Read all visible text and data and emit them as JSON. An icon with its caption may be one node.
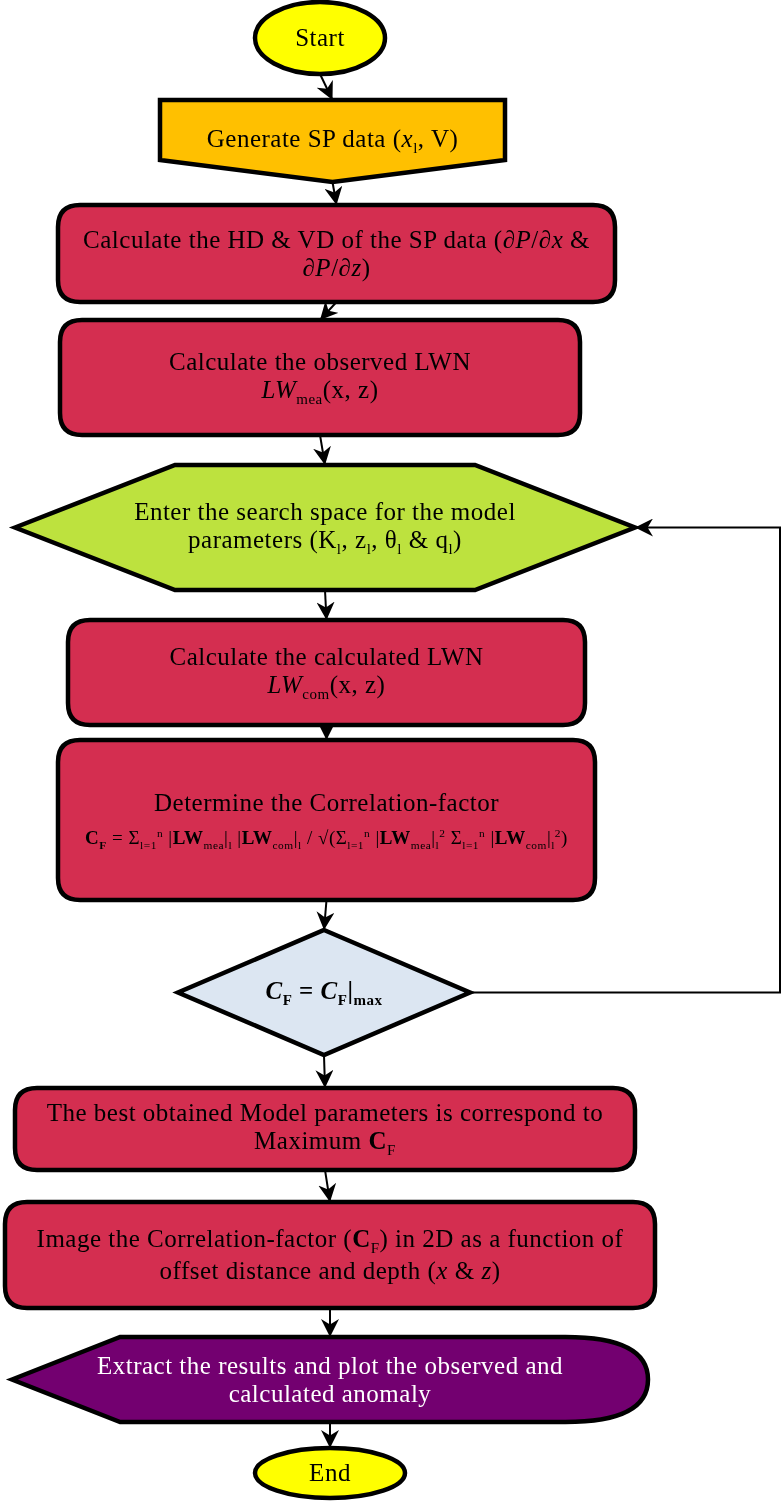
{
  "diagram": {
    "nodes": [
      {
        "text": [
          "Start"
        ]
      },
      {
        "text": [
          "Generate SP data (*x*$_{l}$, V)"
        ]
      },
      {
        "text": [
          "Calculate the HD & VD of the SP data (∂*P*/∂*x* & ∂*P*/∂*z*)"
        ]
      },
      {
        "text": [
          "Calculate the observed LWN *LW*$_{mea}$(x, z)"
        ]
      },
      {
        "text": [
          "Enter the search space for the model parameters (K$_{l}$, z$_{l}$, θ$_{l}$ & q$_{l}$)"
        ]
      },
      {
        "text": [
          "Calculate the calculated LWN *LW*$_{com}$(x, z)"
        ]
      },
      {
        "text": [
          "Determine the Correlation-factor",
          "**C$_{F}$** = Σ$_{l=1}$$^{n}$ |**LW**$_{mea}$|$_{l}$ |**LW**$_{com}$|$_{l}$ / √(Σ$_{l=1}$$^{n}$ |**LW**$_{mea}$|$_{l}$$^{2}$ Σ$_{l=1}$$^{n}$ |**LW**$_{com}$|$_{l}$$^{2}$)"
        ]
      },
      {
        "text": [
          "*C*$_{F}$ = *C*$_{F}$|$_{max}$"
        ]
      },
      {
        "text": [
          "The best obtained Model parameters is correspond to Maximum **C**$_{F}$"
        ]
      },
      {
        "text": [
          "Image the Correlation-factor (**C**$_{F}$) in 2D as a function of offset distance and depth (*x* & *z*)"
        ]
      },
      {
        "text": [
          "Extract the results and plot the observed and calculated anomaly"
        ]
      },
      {
        "text": [
          "End"
        ]
      }
    ],
    "edges": [
      {
        "from": 0,
        "to": 1,
        "arrow": "to"
      },
      {
        "from": 1,
        "to": 2,
        "arrow": "to"
      },
      {
        "from": 2,
        "to": 3,
        "arrow": "to"
      },
      {
        "from": 3,
        "to": 4,
        "arrow": "to"
      },
      {
        "from": 4,
        "to": 5,
        "arrow": "to"
      },
      {
        "from": 5,
        "to": 6,
        "arrow": "to"
      },
      {
        "from": 6,
        "to": 7,
        "arrow": "to"
      },
      {
        "from": 7,
        "to": 8,
        "arrow": "to"
      },
      {
        "from": 8,
        "to": 9,
        "arrow": "to"
      },
      {
        "from": 9,
        "to": 10,
        "arrow": "to"
      },
      {
        "from": 10,
        "to": 11,
        "arrow": "to"
      },
      {
        "from": 7,
        "to": 4,
        "arrow": "to"
      }
    ]
  }
}
